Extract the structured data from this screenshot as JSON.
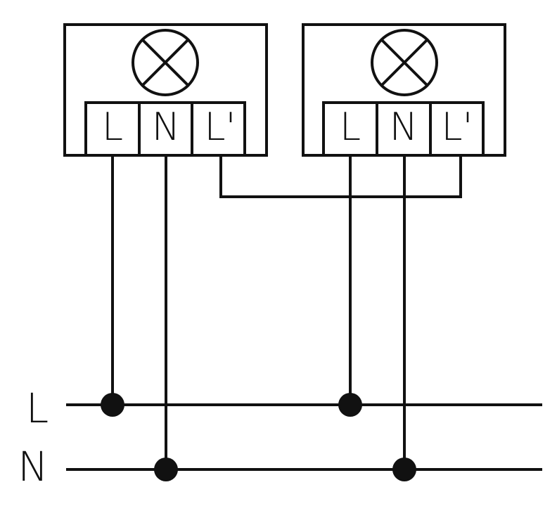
{
  "bus_labels": {
    "line": "L",
    "neutral": "N"
  },
  "devices": [
    {
      "terminals": [
        "L",
        "N",
        "L'"
      ]
    },
    {
      "terminals": [
        "L",
        "N",
        "L'"
      ]
    }
  ],
  "colors": {
    "line": "#111111",
    "background": "#ffffff"
  }
}
